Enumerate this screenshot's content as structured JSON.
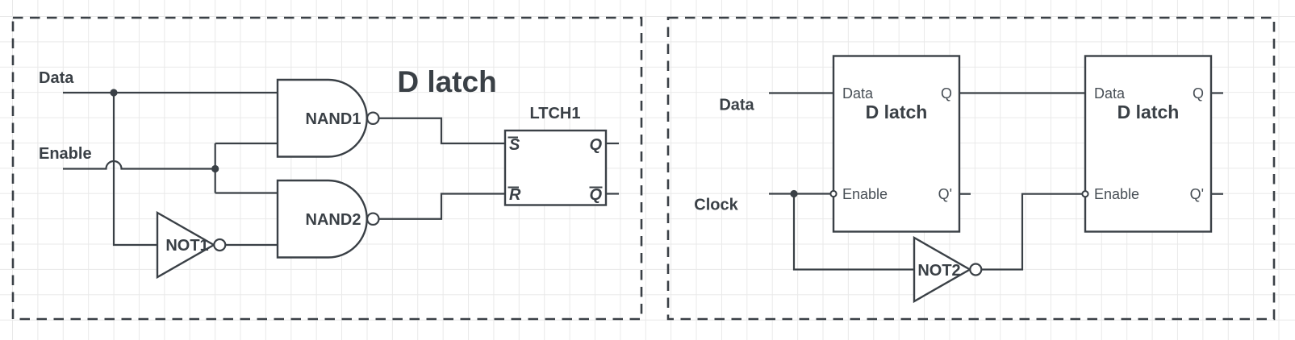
{
  "colors": {
    "stroke": "#3a4046",
    "grid": "#e9e9e9",
    "background": "#ffffff"
  },
  "left_panel": {
    "title": "D latch",
    "data_label": "Data",
    "enable_label": "Enable",
    "nand1_label": "NAND1",
    "nand2_label": "NAND2",
    "not1_label": "NOT1",
    "ltch1": {
      "name": "LTCH1",
      "pin_s_bar": "S",
      "pin_r_bar": "R",
      "pin_q": "Q",
      "pin_q_bar": "Q"
    }
  },
  "right_panel": {
    "data_label": "Data",
    "clock_label": "Clock",
    "not2_label": "NOT2",
    "latch1": {
      "title": "D latch",
      "pin_data": "Data",
      "pin_enable": "Enable",
      "pin_q": "Q",
      "pin_q_prime": "Q'"
    },
    "latch2": {
      "title": "D latch",
      "pin_data": "Data",
      "pin_enable": "Enable",
      "pin_q": "Q",
      "pin_q_prime": "Q'"
    }
  }
}
